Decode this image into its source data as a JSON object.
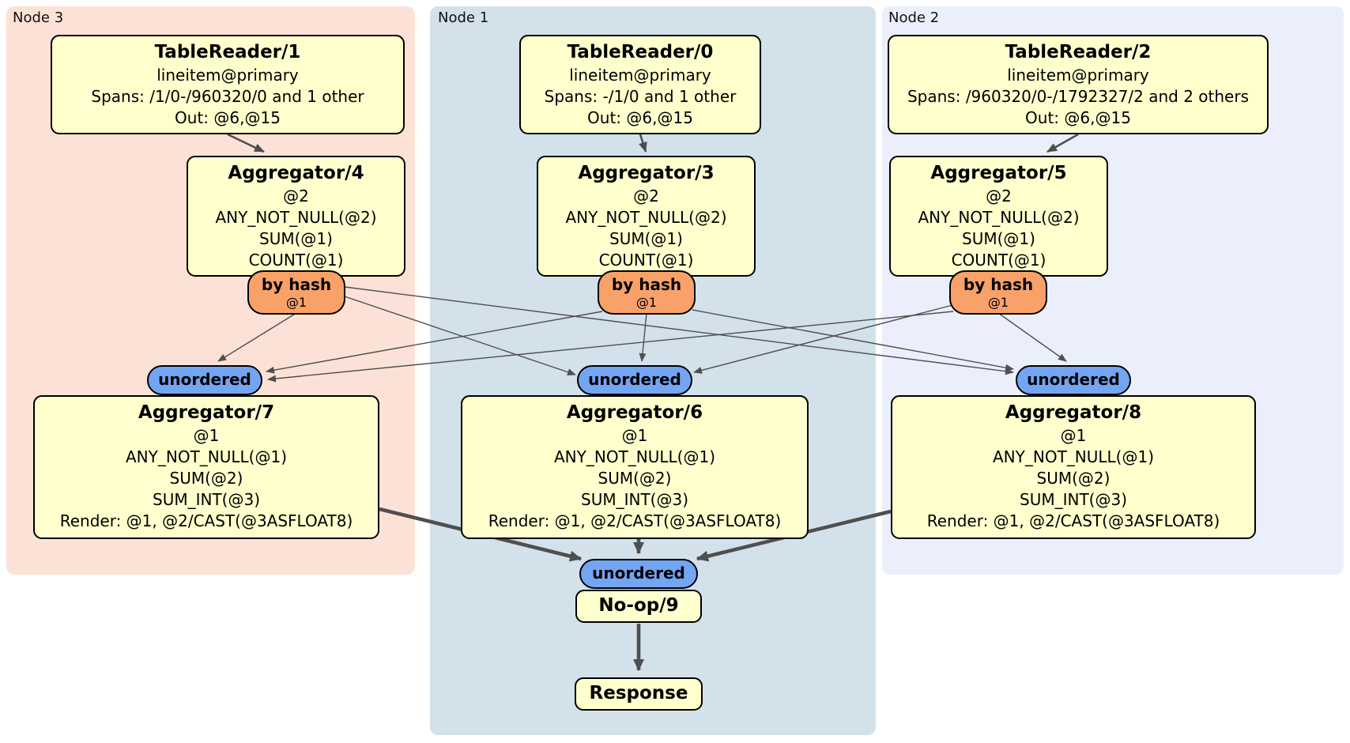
{
  "groups": {
    "node3": {
      "label": "Node 3"
    },
    "node1": {
      "label": "Node 1"
    },
    "node2": {
      "label": "Node 2"
    }
  },
  "processors": {
    "tr1": {
      "title": "TableReader/1",
      "lines": [
        "lineitem@primary",
        "Spans: /1/0-/960320/0 and 1 other",
        "Out: @6,@15"
      ]
    },
    "tr0": {
      "title": "TableReader/0",
      "lines": [
        "lineitem@primary",
        "Spans: -/1/0 and 1 other",
        "Out: @6,@15"
      ]
    },
    "tr2": {
      "title": "TableReader/2",
      "lines": [
        "lineitem@primary",
        "Spans: /960320/0-/1792327/2 and 2 others",
        "Out: @6,@15"
      ]
    },
    "agg4": {
      "title": "Aggregator/4",
      "lines": [
        "@2",
        "ANY_NOT_NULL(@2)",
        "SUM(@1)",
        "COUNT(@1)"
      ]
    },
    "agg3": {
      "title": "Aggregator/3",
      "lines": [
        "@2",
        "ANY_NOT_NULL(@2)",
        "SUM(@1)",
        "COUNT(@1)"
      ]
    },
    "agg5": {
      "title": "Aggregator/5",
      "lines": [
        "@2",
        "ANY_NOT_NULL(@2)",
        "SUM(@1)",
        "COUNT(@1)"
      ]
    },
    "agg7": {
      "title": "Aggregator/7",
      "lines": [
        "@1",
        "ANY_NOT_NULL(@1)",
        "SUM(@2)",
        "SUM_INT(@3)",
        "Render: @1, @2/CAST(@3ASFLOAT8)"
      ]
    },
    "agg6": {
      "title": "Aggregator/6",
      "lines": [
        "@1",
        "ANY_NOT_NULL(@1)",
        "SUM(@2)",
        "SUM_INT(@3)",
        "Render: @1, @2/CAST(@3ASFLOAT8)"
      ]
    },
    "agg8": {
      "title": "Aggregator/8",
      "lines": [
        "@1",
        "ANY_NOT_NULL(@1)",
        "SUM(@2)",
        "SUM_INT(@3)",
        "Render: @1, @2/CAST(@3ASFLOAT8)"
      ]
    },
    "noop9": {
      "title": "No-op/9"
    },
    "response": {
      "title": "Response"
    }
  },
  "router": {
    "label": "by hash",
    "detail": "@1"
  },
  "sync": {
    "label": "unordered"
  },
  "colors": {
    "group_node3_bg": "#fce2d6",
    "group_node1_bg": "#d3e1eb",
    "group_node2_bg": "#eaeffb",
    "processor_bg": "#ffffce",
    "router_bg": "#f8a168",
    "sync_bg": "#74a5f2",
    "edge": "#4f4f4f"
  }
}
